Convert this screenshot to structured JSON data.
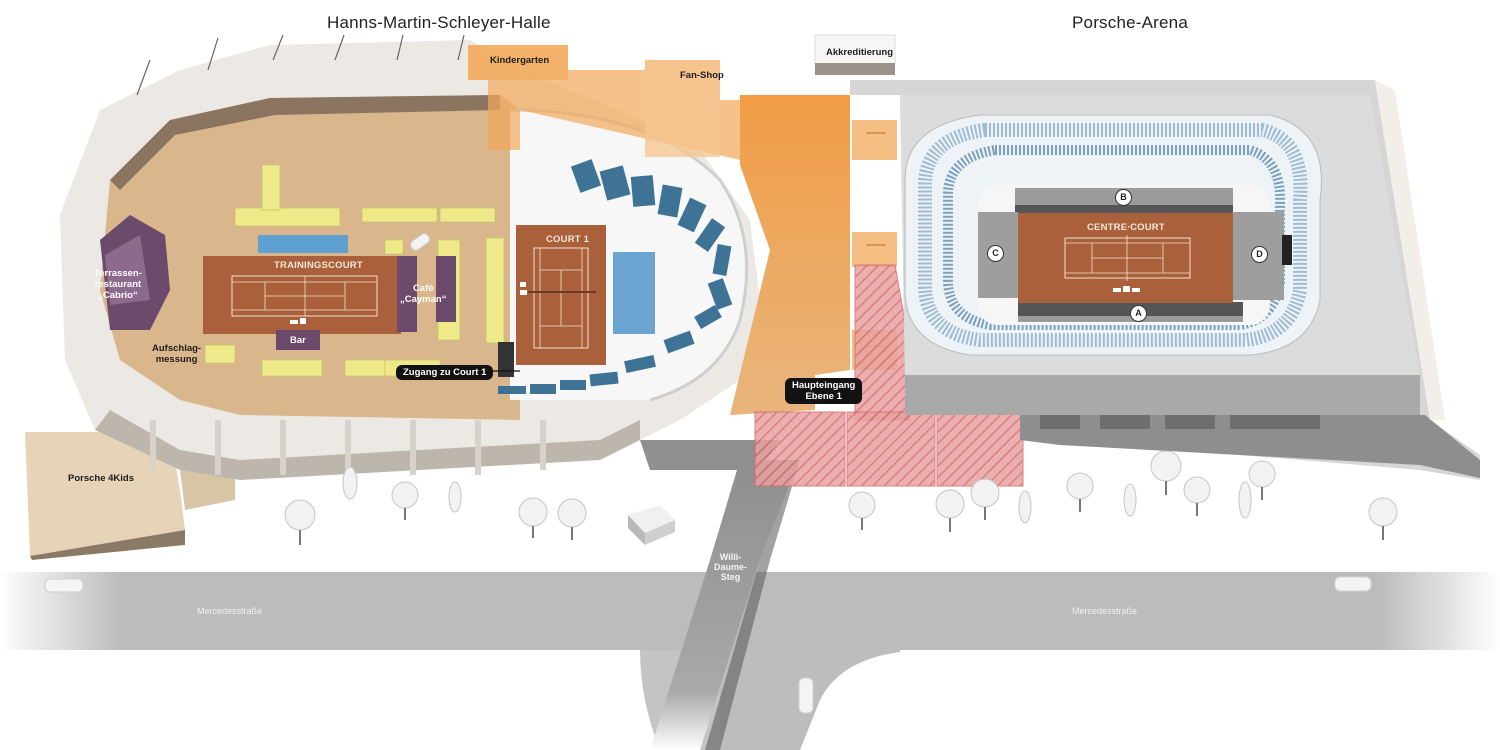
{
  "venues": {
    "left": {
      "title": "Hanns-Martin-Schleyer-Halle"
    },
    "right": {
      "title": "Porsche-Arena"
    }
  },
  "areas": {
    "kindergarten": "Kindergarten",
    "fan_shop": "Fan-Shop",
    "akkreditierung": "Akkreditierung",
    "terrassen_restaurant": {
      "line1": "Terrassen-",
      "line2": "restaurant",
      "line3": "„Cabrio“"
    },
    "trainingscourt": "TRAININGSCOURT",
    "cafe": {
      "line1": "Café",
      "line2": "„Cayman“"
    },
    "bar": "Bar",
    "aufschlagmessung": {
      "line1": "Aufschlag-",
      "line2": "messung"
    },
    "court1": "COURT 1",
    "centre_court": "CENTRE∙COURT",
    "porsche_4kids": "Porsche 4Kids"
  },
  "callouts": {
    "zugang_court1": "Zugang zu Court 1",
    "haupteingang": {
      "line1": "Haupteingang",
      "line2": "Ebene 1"
    }
  },
  "stands": [
    "A",
    "B",
    "C",
    "D"
  ],
  "streets": {
    "mercedesstrasse_left": "Mercedesstraße",
    "mercedesstrasse_right": "Mercedesstraße",
    "bridge": {
      "line1": "Willi-",
      "line2": "Daume-",
      "line3": "Steg"
    }
  },
  "colors": {
    "orange_path": "#f0a04b",
    "red_hatched": "#e06a6a",
    "clay_court": "#a9603b",
    "hall_floor": "#d9b68c",
    "lounge_purple": "#6e4a6e",
    "yellow_booth": "#eeea8a",
    "seat_blue": "#3f7396",
    "road_gray": "#b8b8b8"
  }
}
